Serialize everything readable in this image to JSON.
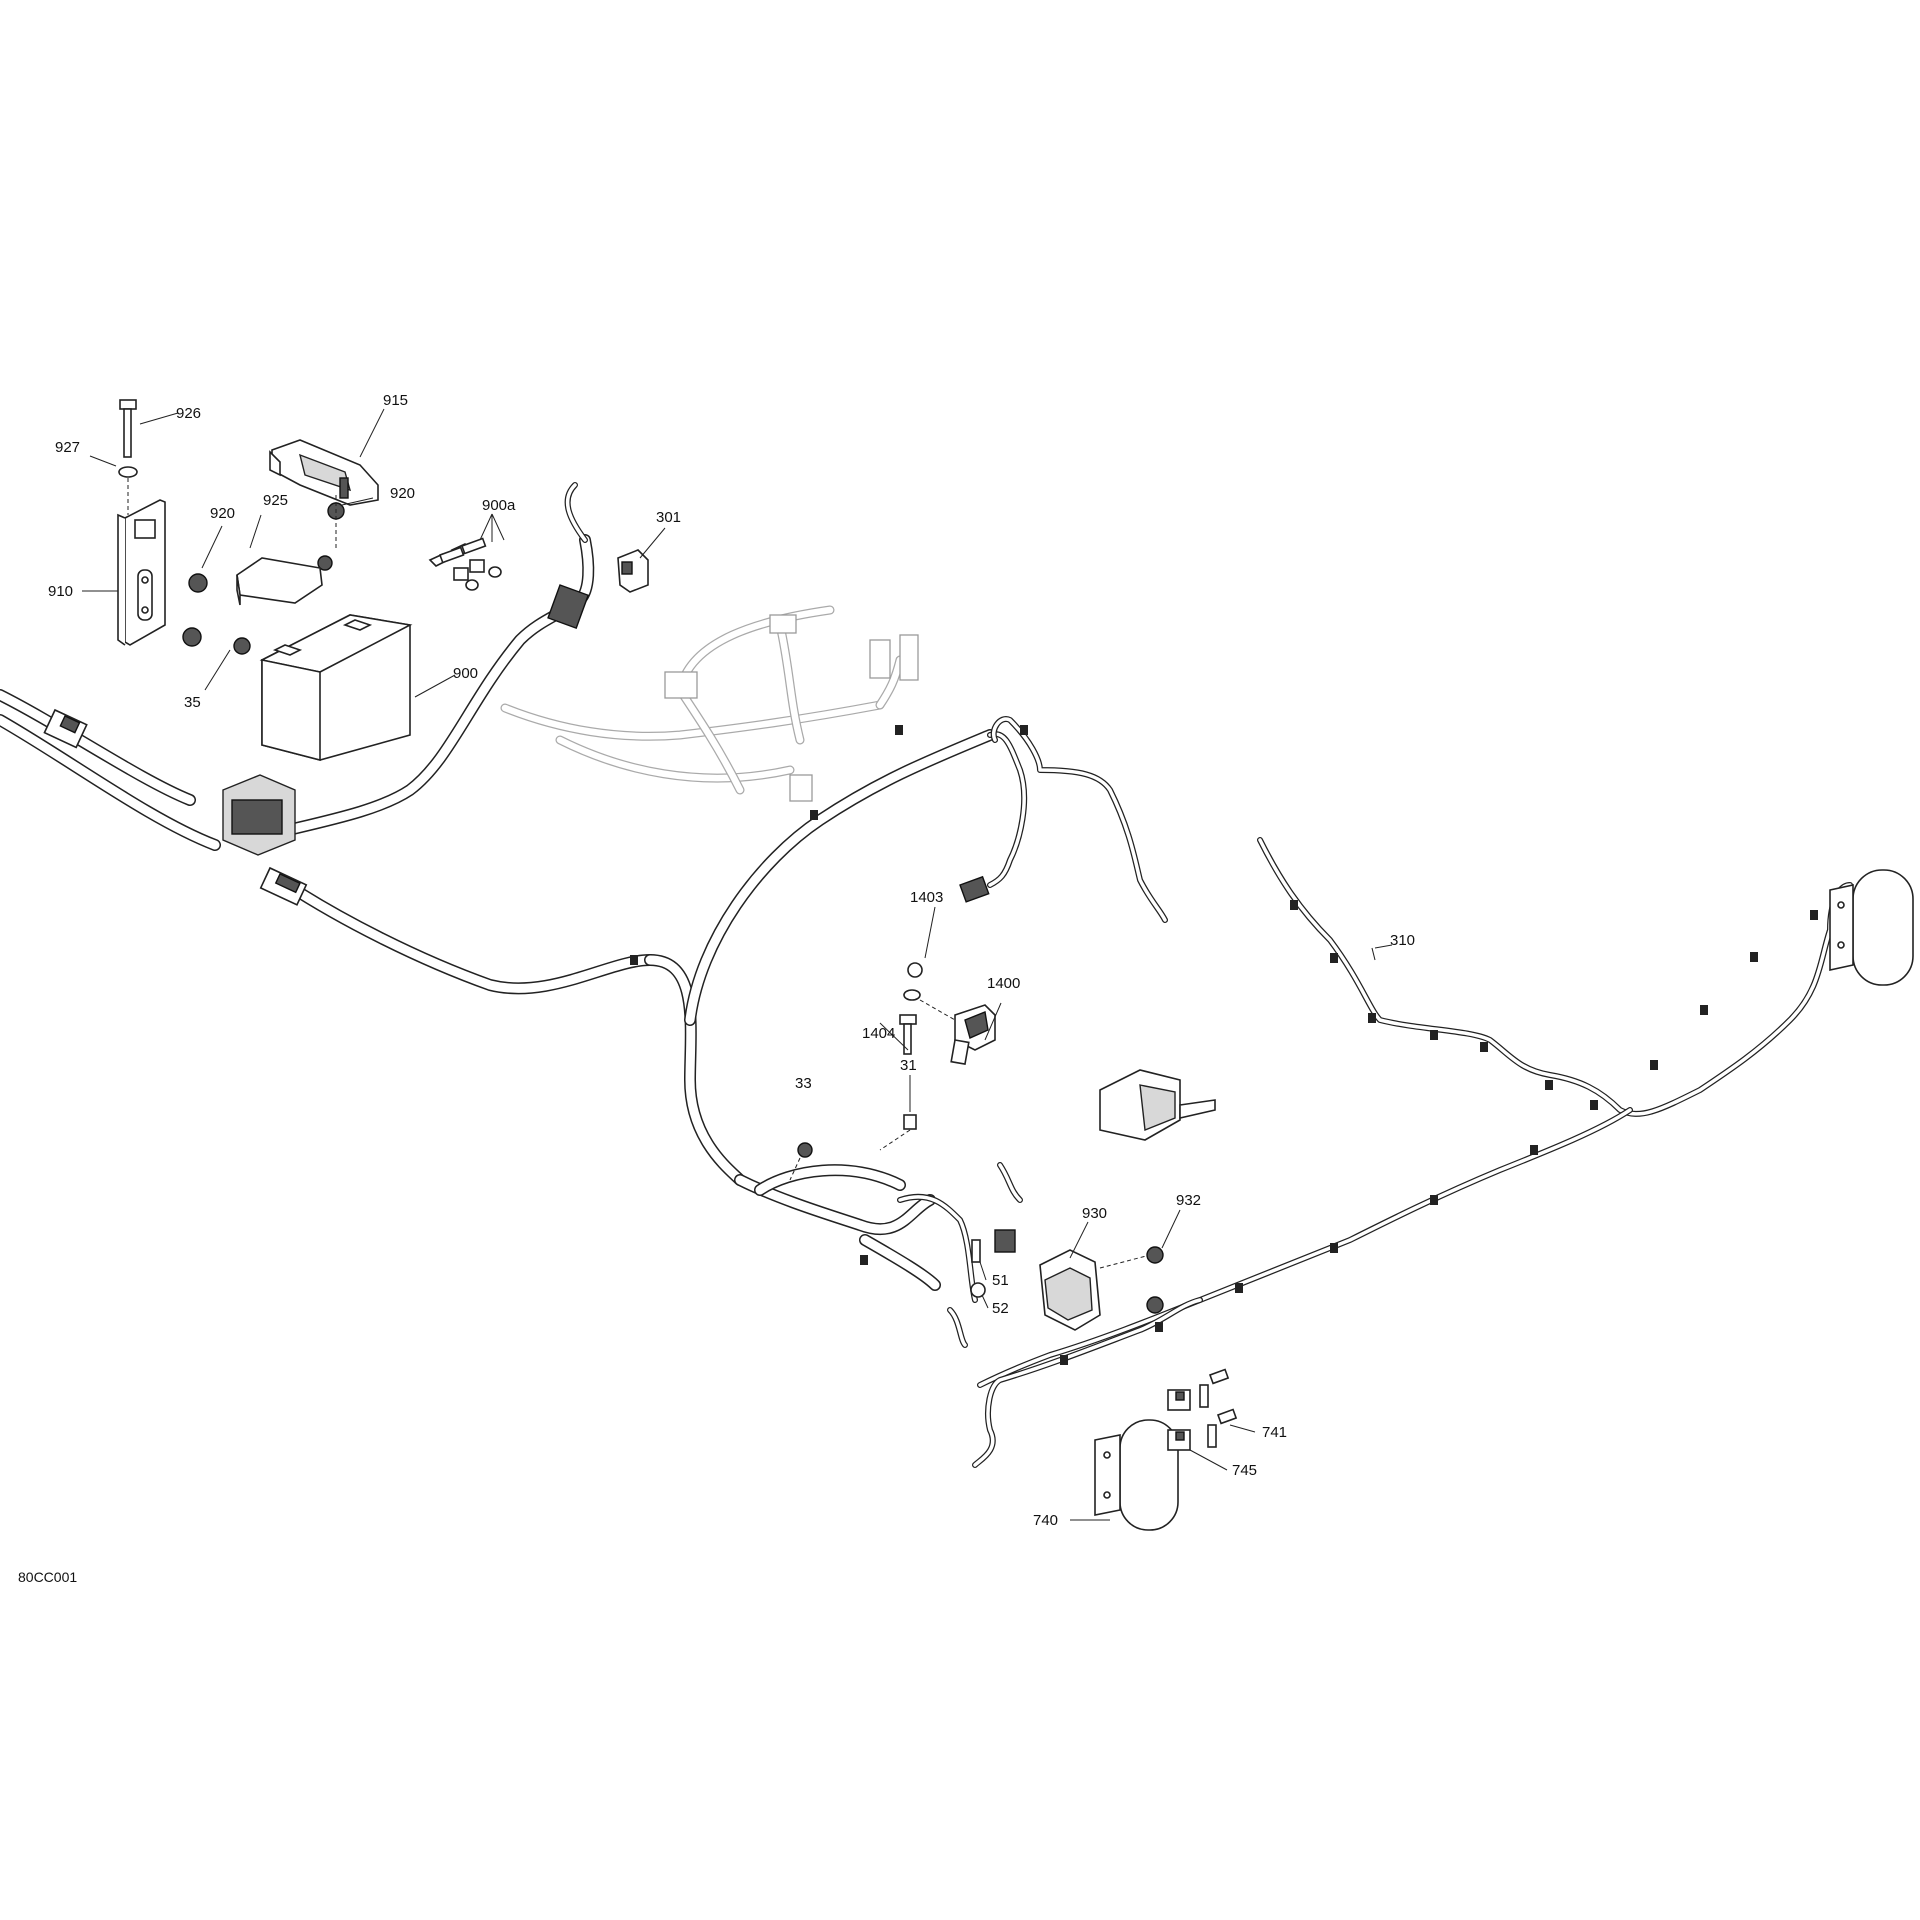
{
  "diagram_code": "80CC001",
  "callouts": [
    {
      "id": "926",
      "text": "926"
    },
    {
      "id": "915",
      "text": "915"
    },
    {
      "id": "927",
      "text": "927"
    },
    {
      "id": "920a",
      "text": "920"
    },
    {
      "id": "920b",
      "text": "920"
    },
    {
      "id": "925",
      "text": "925"
    },
    {
      "id": "900a",
      "text": "900a"
    },
    {
      "id": "301",
      "text": "301"
    },
    {
      "id": "910",
      "text": "910"
    },
    {
      "id": "900",
      "text": "900"
    },
    {
      "id": "35",
      "text": "35"
    },
    {
      "id": "1403",
      "text": "1403"
    },
    {
      "id": "1400",
      "text": "1400"
    },
    {
      "id": "1404",
      "text": "1404"
    },
    {
      "id": "310",
      "text": "310"
    },
    {
      "id": "31",
      "text": "31"
    },
    {
      "id": "33",
      "text": "33"
    },
    {
      "id": "930",
      "text": "930"
    },
    {
      "id": "932",
      "text": "932"
    },
    {
      "id": "51",
      "text": "51"
    },
    {
      "id": "52",
      "text": "52"
    },
    {
      "id": "741",
      "text": "741"
    },
    {
      "id": "745",
      "text": "745"
    },
    {
      "id": "740",
      "text": "740"
    }
  ]
}
